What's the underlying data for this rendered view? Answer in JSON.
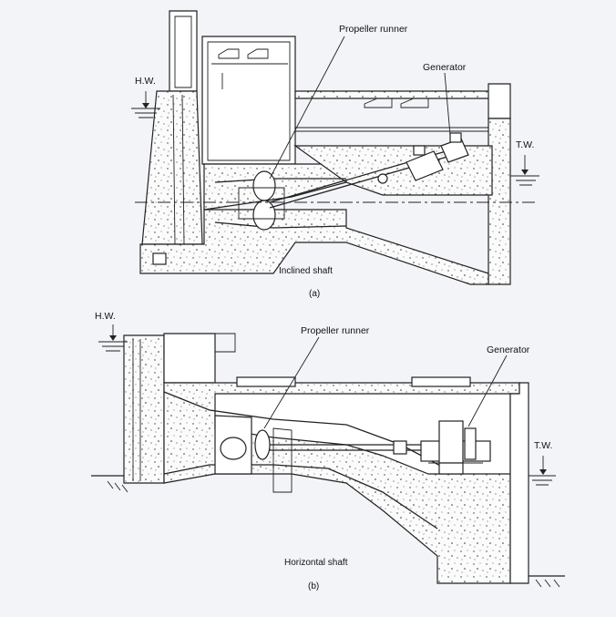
{
  "figure_a": {
    "caption": "(a)",
    "shaft_label": "Inclined shaft",
    "labels": {
      "runner": "Propeller runner",
      "generator": "Generator",
      "headwater": "H.W.",
      "tailwater": "T.W."
    }
  },
  "figure_b": {
    "caption": "(b)",
    "shaft_label": "Horizontal shaft",
    "labels": {
      "runner": "Propeller runner",
      "generator": "Generator",
      "headwater": "H.W.",
      "tailwater": "T.W."
    }
  }
}
